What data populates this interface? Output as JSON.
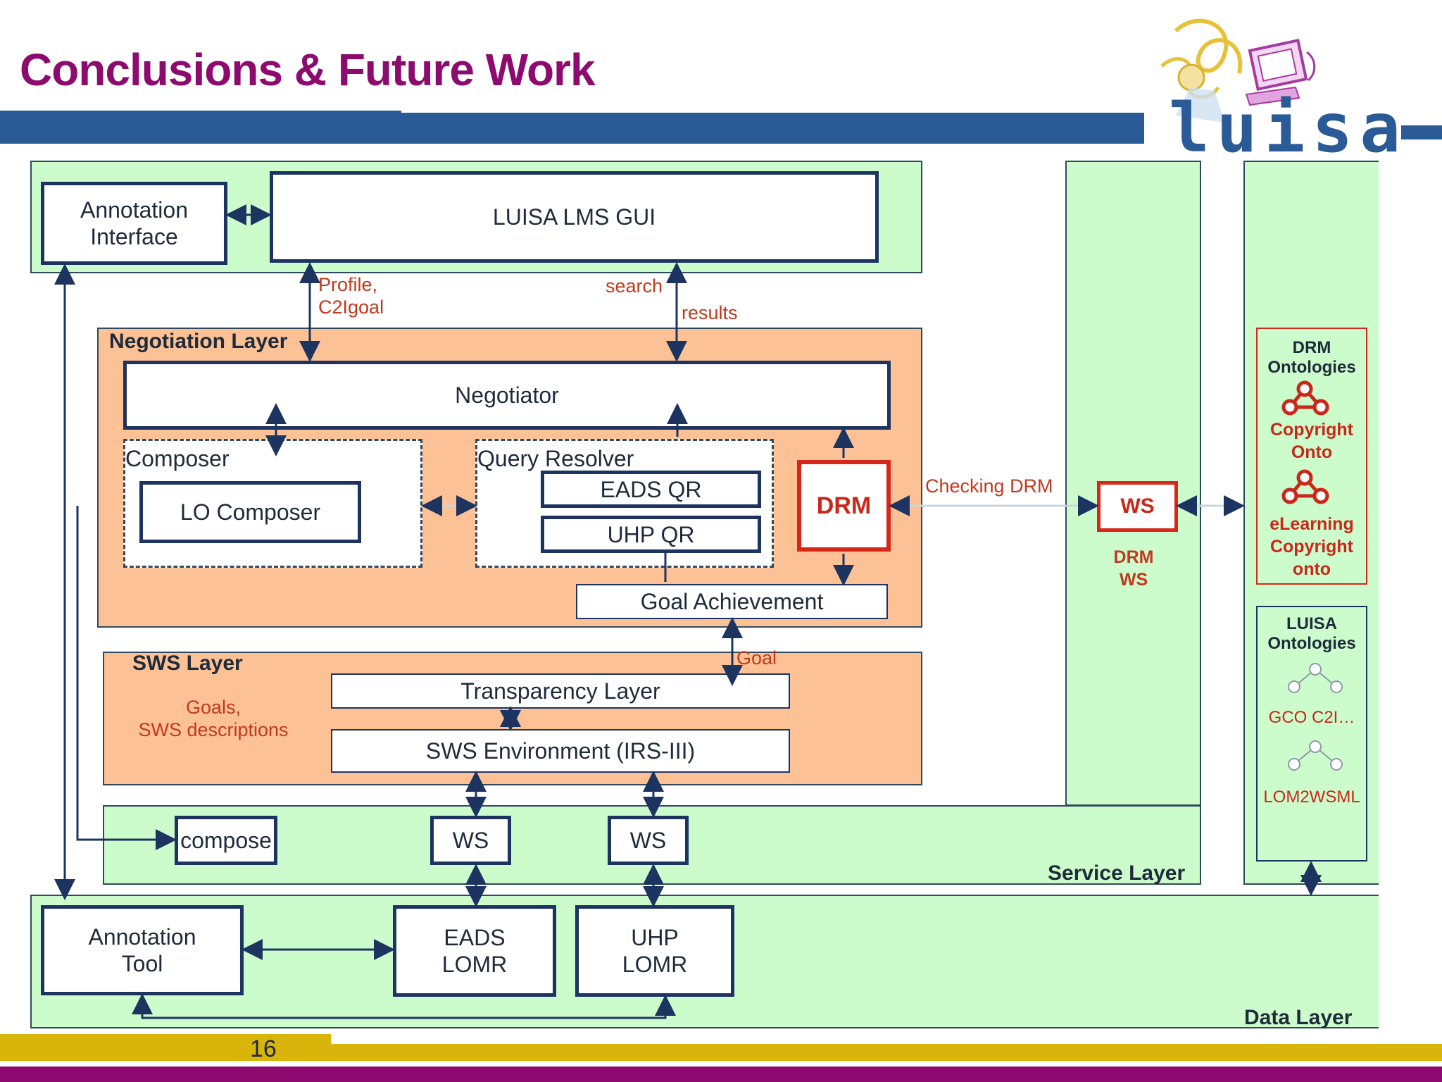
{
  "slide": {
    "title": "Conclusions & Future Work",
    "page_number": "16",
    "logo_text": "luisa"
  },
  "boxes": {
    "annotation_interface": "Annotation\nInterface",
    "luisa_lms_gui": "LUISA LMS GUI",
    "negotiator": "Negotiator",
    "composer": "Composer",
    "lo_composer": "LO Composer",
    "query_resolver": "Query Resolver",
    "eads_qr": "EADS QR",
    "uhp_qr": "UHP QR",
    "drm": "DRM",
    "goal_achievement": "Goal Achievement",
    "transparency_layer": "Transparency Layer",
    "sws_environment": "SWS Environment (IRS-III)",
    "compose": "compose",
    "ws_1": "WS",
    "ws_2": "WS",
    "drm_ws_box": "WS",
    "annotation_tool": "Annotation\nTool",
    "eads_lomr": "EADS\nLOMR",
    "uhp_lomr": "UHP\nLOMR"
  },
  "layers": {
    "negotiation": "Negotiation Layer",
    "sws": "SWS Layer",
    "service": "Service Layer",
    "data": "Data Layer"
  },
  "edge_labels": {
    "profile": "Profile,\nC2Igoal",
    "search": "search",
    "results": "results",
    "checking_drm": "Checking DRM",
    "goal": "Goal",
    "goals_sws": "Goals,\nSWS descriptions",
    "drm_ws": "DRM\nWS"
  },
  "ontologies": {
    "drm_title": "DRM\nOntologies",
    "copyright_onto": "Copyright\nOnto",
    "elearning_onto": "eLearning\nCopyright\nonto",
    "luisa_title": "LUISA\nOntologies",
    "gco": "GCO C2I…",
    "lom2wsml": "LOM2WSML"
  },
  "colors": {
    "title": "#8d0b6e",
    "band_blue": "#2a5b97",
    "green_panel": "#ccfccc",
    "orange_panel": "#fcc195",
    "drm_red": "#d62718",
    "footer_yellow": "#d9b50c",
    "footer_purple": "#8d0b6e"
  }
}
